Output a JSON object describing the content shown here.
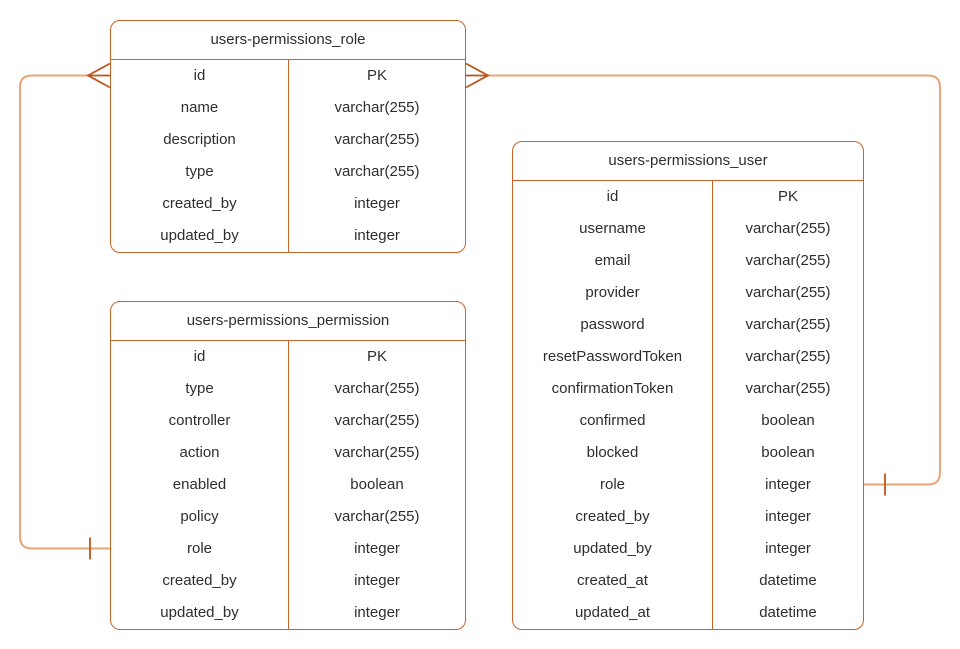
{
  "page": {
    "background": "#ffffff"
  },
  "diagram": {
    "type": "entity-relationship",
    "colors": {
      "background": "#ffffff",
      "table_border": "#c96428",
      "connector": "#e9a478",
      "marker": "#bf5418",
      "text": "#2e2e2e"
    },
    "tables": [
      {
        "title": "users-permissions_role",
        "rows": [
          {
            "field": "id",
            "type": "PK"
          },
          {
            "field": "name",
            "type": "varchar(255)"
          },
          {
            "field": "description",
            "type": "varchar(255)"
          },
          {
            "field": "type",
            "type": "varchar(255)"
          },
          {
            "field": "created_by",
            "type": "integer"
          },
          {
            "field": "updated_by",
            "type": "integer"
          }
        ]
      },
      {
        "title": "users-permissions_permission",
        "rows": [
          {
            "field": "id",
            "type": "PK"
          },
          {
            "field": "type",
            "type": "varchar(255)"
          },
          {
            "field": "controller",
            "type": "varchar(255)"
          },
          {
            "field": "action",
            "type": "varchar(255)"
          },
          {
            "field": "enabled",
            "type": "boolean"
          },
          {
            "field": "policy",
            "type": "varchar(255)"
          },
          {
            "field": "role",
            "type": "integer"
          },
          {
            "field": "created_by",
            "type": "integer"
          },
          {
            "field": "updated_by",
            "type": "integer"
          }
        ]
      },
      {
        "title": "users-permissions_user",
        "rows": [
          {
            "field": "id",
            "type": "PK"
          },
          {
            "field": "username",
            "type": "varchar(255)"
          },
          {
            "field": "email",
            "type": "varchar(255)"
          },
          {
            "field": "provider",
            "type": "varchar(255)"
          },
          {
            "field": "password",
            "type": "varchar(255)"
          },
          {
            "field": "resetPasswordToken",
            "type": "varchar(255)"
          },
          {
            "field": "confirmationToken",
            "type": "varchar(255)"
          },
          {
            "field": "confirmed",
            "type": "boolean"
          },
          {
            "field": "blocked",
            "type": "boolean"
          },
          {
            "field": "role",
            "type": "integer"
          },
          {
            "field": "created_by",
            "type": "integer"
          },
          {
            "field": "updated_by",
            "type": "integer"
          },
          {
            "field": "created_at",
            "type": "datetime"
          },
          {
            "field": "updated_at",
            "type": "datetime"
          }
        ]
      }
    ],
    "relationships": [
      {
        "from_table": "users-permissions_role",
        "from_field": "id",
        "from_cardinality": "many",
        "to_table": "users-permissions_permission",
        "to_field": "role",
        "to_cardinality": "one"
      },
      {
        "from_table": "users-permissions_role",
        "from_field": "id",
        "from_cardinality": "many",
        "to_table": "users-permissions_user",
        "to_field": "role",
        "to_cardinality": "one"
      }
    ]
  }
}
